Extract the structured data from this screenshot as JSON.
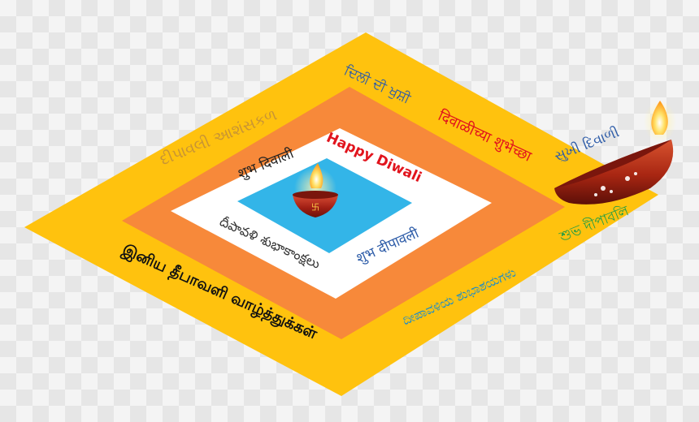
{
  "colors": {
    "outer": "#ffc20e",
    "middle": "#f7893a",
    "inner": "#ffffff",
    "center": "#33b5e8",
    "lamp_body": "#b5281e",
    "flame": "#ffd54a"
  },
  "greetings": {
    "english": "Happy Diwali",
    "hindi": "शुभ दिवाली",
    "telugu": "దీపావళి శుభాకాంక్షలు",
    "marathi_center": "शुभ दीपावली",
    "gujarati": "દીપાવલી આશંસકળ",
    "punjabi": "ਦਿਲੀ ਦੀ ਖੁਸ਼ੀ",
    "marathi": "दिवाळीच्या शुभेच्छा",
    "gujarati2": "સુખી દિવાળી",
    "tamil": "இனிய தீபாவளி வாழ்த்துக்கள்",
    "kannada": "ದೀಪಾವಳಿಯ ಶುಭಾಶಯಗಳು",
    "bengali": "শুভ দীপাবলি"
  }
}
